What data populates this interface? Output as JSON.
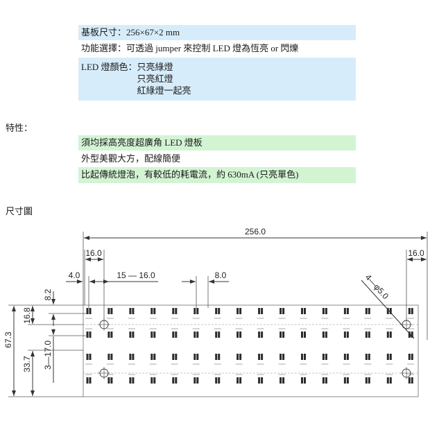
{
  "specs": {
    "board_size": "基板尺寸：256×67×2 mm",
    "function": "功能選擇：可透過 jumper 來控制 LED 燈為恆亮 or 閃爍",
    "color_label": "LED 燈顏色：",
    "color_options": [
      "只亮綠燈",
      "只亮紅燈",
      "紅綠燈一起亮"
    ]
  },
  "features": {
    "heading": "特性：",
    "items": [
      "須均採高亮度超廣角 LED 燈板",
      "外型美觀大方，配線簡便",
      "比起傳統燈泡，有較低的耗電流，約 630mA (只亮單色)"
    ]
  },
  "drawing": {
    "heading": "尺寸圖",
    "dims": {
      "overall_width": "256.0",
      "left_hole_offset": "16.0",
      "right_hole_offset": "16.0",
      "edge_offset": "4.0",
      "column_pitch": "15 — 16.0",
      "column_gap": "8.0",
      "holes": "4—φ5.0",
      "overall_height": "67.3",
      "half_height": "33.7",
      "hole_vertical_offset": "16.8",
      "top_offset": "8.2",
      "row_pitch": "3—17.0"
    }
  },
  "colors": {
    "spec_bg": "#d7ecfa",
    "feature_bg": "#d3f4d3",
    "plain_bg": "#ffffff"
  }
}
